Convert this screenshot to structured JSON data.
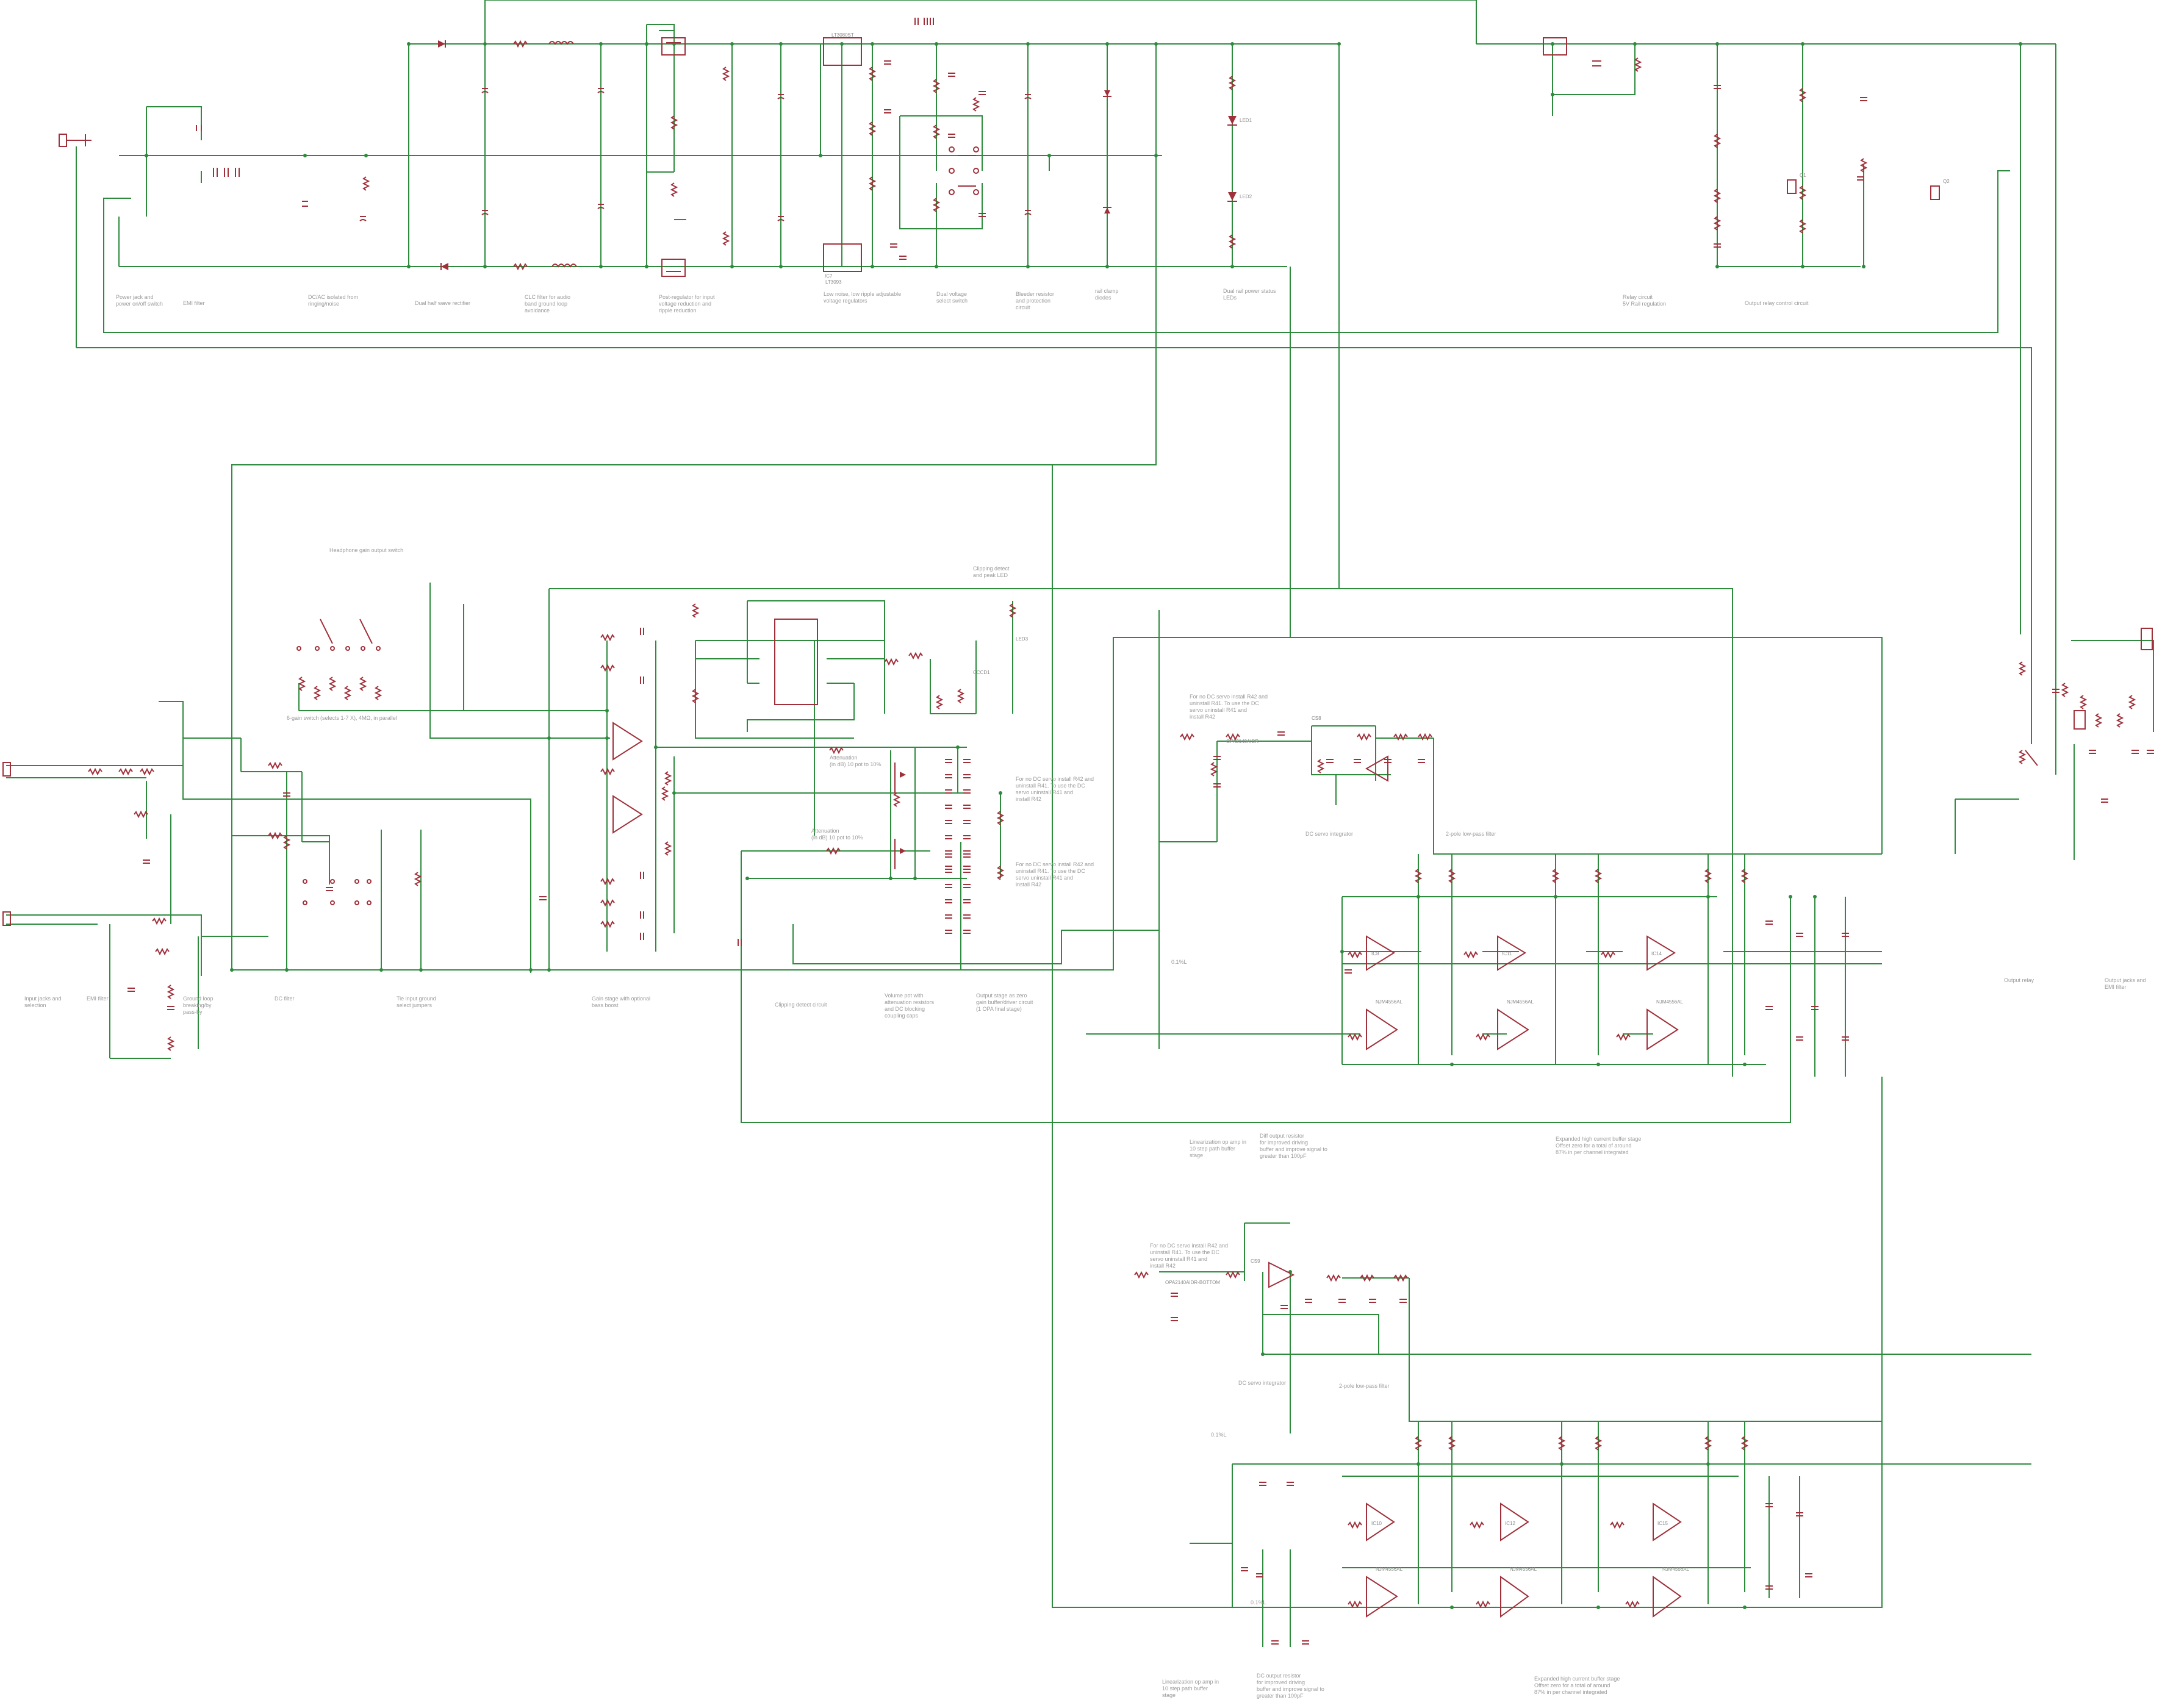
{
  "colors": {
    "wire": "#2e8b3e",
    "component": "#a0303a",
    "text": "#9a9a9a",
    "background": "#ffffff"
  },
  "component_names": {
    "LT3080ST": "LT3080ST",
    "LT3093": "LT3093",
    "LED1": "LED1",
    "LED2": "LED2",
    "LED3": "LED3",
    "CCCD1": "CCCD1",
    "IC7": "IC7",
    "opa_main": "OPA2140AIDR",
    "opa_dc": "OPA2140AIDR-BOTTOM",
    "buf_a": "NJM4556AL",
    "buf_b": "NJM4556AL",
    "buf_c": "NJM4556AL",
    "buf_d": "NJM4556AL",
    "buf_e": "NJM4556AL",
    "buf_f": "NJM4556AL",
    "IC8": "IC8",
    "IC11": "IC11",
    "IC14": "IC14",
    "IC10": "IC10",
    "IC12": "IC12",
    "IC15": "IC15",
    "CS8": "CS8",
    "CS9": "CS9",
    "mosfet_a": "Q1",
    "mosfet_b": "Q2"
  },
  "notes": [
    {
      "id": "power_jack",
      "lines": [
        "Power jack and",
        "power on/off switch"
      ]
    },
    {
      "id": "emi_filter",
      "lines": [
        "EMI filter"
      ]
    },
    {
      "id": "dc_ac_isolated",
      "lines": [
        "DC/AC isolated from",
        "ringing/noise"
      ]
    },
    {
      "id": "full_wave",
      "lines": [
        "Dual half wave rectifier"
      ]
    },
    {
      "id": "clc_filter",
      "lines": [
        "CLC filter for audio",
        "band ground loop",
        "avoidance"
      ]
    },
    {
      "id": "post_regulator",
      "lines": [
        "Post-regulator for input",
        "voltage reduction and",
        "ripple reduction"
      ]
    },
    {
      "id": "low_noise_reg",
      "lines": [
        "Low noise, low ripple adjustable",
        "voltage regulators"
      ]
    },
    {
      "id": "dual_voltage",
      "lines": [
        "Dual voltage",
        "select switch"
      ]
    },
    {
      "id": "bleeder",
      "lines": [
        "Bleeder resistor",
        "and protection",
        "circuit"
      ]
    },
    {
      "id": "rail_diodes",
      "lines": [
        "rail clamp",
        "diodes"
      ]
    },
    {
      "id": "power_led",
      "lines": [
        "Dual rail power status",
        "LEDs"
      ]
    },
    {
      "id": "relay_circuit",
      "lines": [
        "Relay circuit",
        "5V Rail regulation"
      ]
    },
    {
      "id": "output_relay",
      "lines": [
        "Output relay control circuit"
      ]
    },
    {
      "id": "headphone_switch",
      "lines": [
        "Headphone gain output switch"
      ]
    },
    {
      "id": "gain_select",
      "lines": [
        "6-gain switch (selects 1-7 X), 4MΩ, in parallel"
      ]
    },
    {
      "id": "clipping",
      "lines": [
        "Clipping detect",
        "and peak LED"
      ]
    },
    {
      "id": "attenuator",
      "lines": [
        "Attenuation",
        "(in dB) 10 pot to 10%"
      ]
    },
    {
      "id": "attenuator2",
      "lines": [
        "Attenuation",
        "(in dB) 10 pot to 10%"
      ]
    },
    {
      "id": "dc_servo_note",
      "lines": [
        "For no DC servo install R42 and",
        "uninstall R41. To use the DC",
        "servo uninstall R41 and",
        "install R42"
      ]
    },
    {
      "id": "dc_servo_note2",
      "lines": [
        "For no DC servo install R42 and",
        "uninstall R41. To use the DC",
        "servo uninstall R41 and",
        "install R42"
      ]
    },
    {
      "id": "dc_servo_note3",
      "lines": [
        "For no DC servo install R42 and",
        "uninstall R41. To use the DC",
        "servo uninstall R41 and",
        "install R42"
      ]
    },
    {
      "id": "dc_servo_note4",
      "lines": [
        "For no DC servo install R42 and",
        "uninstall R41. To use the DC",
        "servo uninstall R41 and",
        "install R42"
      ]
    },
    {
      "id": "dc_servo",
      "lines": [
        "DC servo integrator"
      ]
    },
    {
      "id": "dc_servo_b",
      "lines": [
        "DC servo integrator"
      ]
    },
    {
      "id": "low_pass",
      "lines": [
        "2-pole low-pass filter"
      ]
    },
    {
      "id": "low_pass_b",
      "lines": [
        "2-pole low-pass filter"
      ]
    },
    {
      "id": "input_jacks",
      "lines": [
        "Input jacks and",
        "selection"
      ]
    },
    {
      "id": "emi_filter2",
      "lines": [
        "EMI filter"
      ]
    },
    {
      "id": "ground_loop",
      "lines": [
        "Ground loop",
        "breaking/by",
        "pass-by"
      ]
    },
    {
      "id": "dc_filter",
      "lines": [
        "DC filter"
      ]
    },
    {
      "id": "tie_ground",
      "lines": [
        "Tie input ground",
        "select jumpers"
      ]
    },
    {
      "id": "gain_stage",
      "lines": [
        "Gain stage with optional",
        "bass boost"
      ]
    },
    {
      "id": "clip_detect",
      "lines": [
        "Clipping detect circuit"
      ]
    },
    {
      "id": "volume_pot",
      "lines": [
        "Volume pot with",
        "attenuation resistors",
        "and DC blocking",
        "coupling caps"
      ]
    },
    {
      "id": "output_stage",
      "lines": [
        "Output stage as zero",
        "gain buffer/driver circuit",
        "(1 OPA final stage)"
      ]
    },
    {
      "id": "output_relay2",
      "lines": [
        "Output relay"
      ]
    },
    {
      "id": "output_jacks",
      "lines": [
        "Output jacks and",
        "EMI filter"
      ]
    },
    {
      "id": "linearization",
      "lines": [
        "Linearization op amp in",
        "10 step path buffer",
        "stage"
      ]
    },
    {
      "id": "diff_output",
      "lines": [
        "Diff output resistor",
        "for improved driving",
        "buffer and improve signal to",
        "greater than 100pF"
      ]
    },
    {
      "id": "expanded_buffer",
      "lines": [
        "Expanded high current buffer stage",
        "Offset zero for a total of around",
        "87% in per channel integrated"
      ]
    },
    {
      "id": "linearization2",
      "lines": [
        "Linearization op amp in",
        "10 step path buffer",
        "stage"
      ]
    },
    {
      "id": "diff_output2",
      "lines": [
        "DC output resistor",
        "for improved driving",
        "buffer and improve signal to",
        "greater than 100pF"
      ]
    },
    {
      "id": "expanded_buffer2",
      "lines": [
        "Expanded high current buffer stage",
        "Offset zero for a total of around",
        "87% in per channel integrated"
      ]
    },
    {
      "id": "zero_vu_a",
      "lines": [
        "0.1%L"
      ]
    },
    {
      "id": "zero_vu_b",
      "lines": [
        "0.1%L"
      ]
    },
    {
      "id": "zero_vu_c",
      "lines": [
        "0.1%L"
      ]
    }
  ]
}
